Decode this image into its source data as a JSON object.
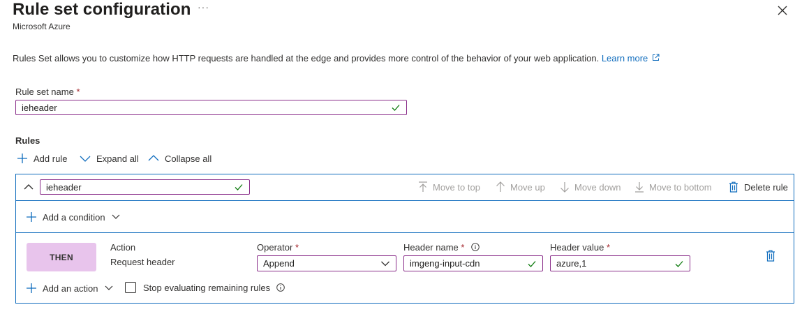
{
  "header": {
    "title": "Rule set configuration",
    "subtitle": "Microsoft Azure",
    "more": "···"
  },
  "description": {
    "text": "Rules Set allows you to customize how HTTP requests are handled at the edge and provides more control of the behavior of your web application.",
    "link": "Learn more"
  },
  "rule_set_name": {
    "label": "Rule set name",
    "required": "*",
    "value": "ieheader"
  },
  "rules": {
    "heading": "Rules",
    "toolbar": {
      "add_rule": "Add rule",
      "expand_all": "Expand all",
      "collapse_all": "Collapse all"
    }
  },
  "rule": {
    "name": "ieheader",
    "move_to_top": "Move to top",
    "move_up": "Move up",
    "move_down": "Move down",
    "move_to_bottom": "Move to bottom",
    "delete_rule": "Delete rule",
    "add_condition": "Add a condition",
    "then_label": "THEN",
    "action_label": "Action",
    "action_value": "Request header",
    "operator_label": "Operator",
    "operator_value": "Append",
    "header_name_label": "Header name",
    "header_name_value": "imgeng-input-cdn",
    "header_value_label": "Header value",
    "header_value_value": "azure,1",
    "required": "*",
    "add_action": "Add an action",
    "stop_evaluating": "Stop evaluating remaining rules"
  }
}
